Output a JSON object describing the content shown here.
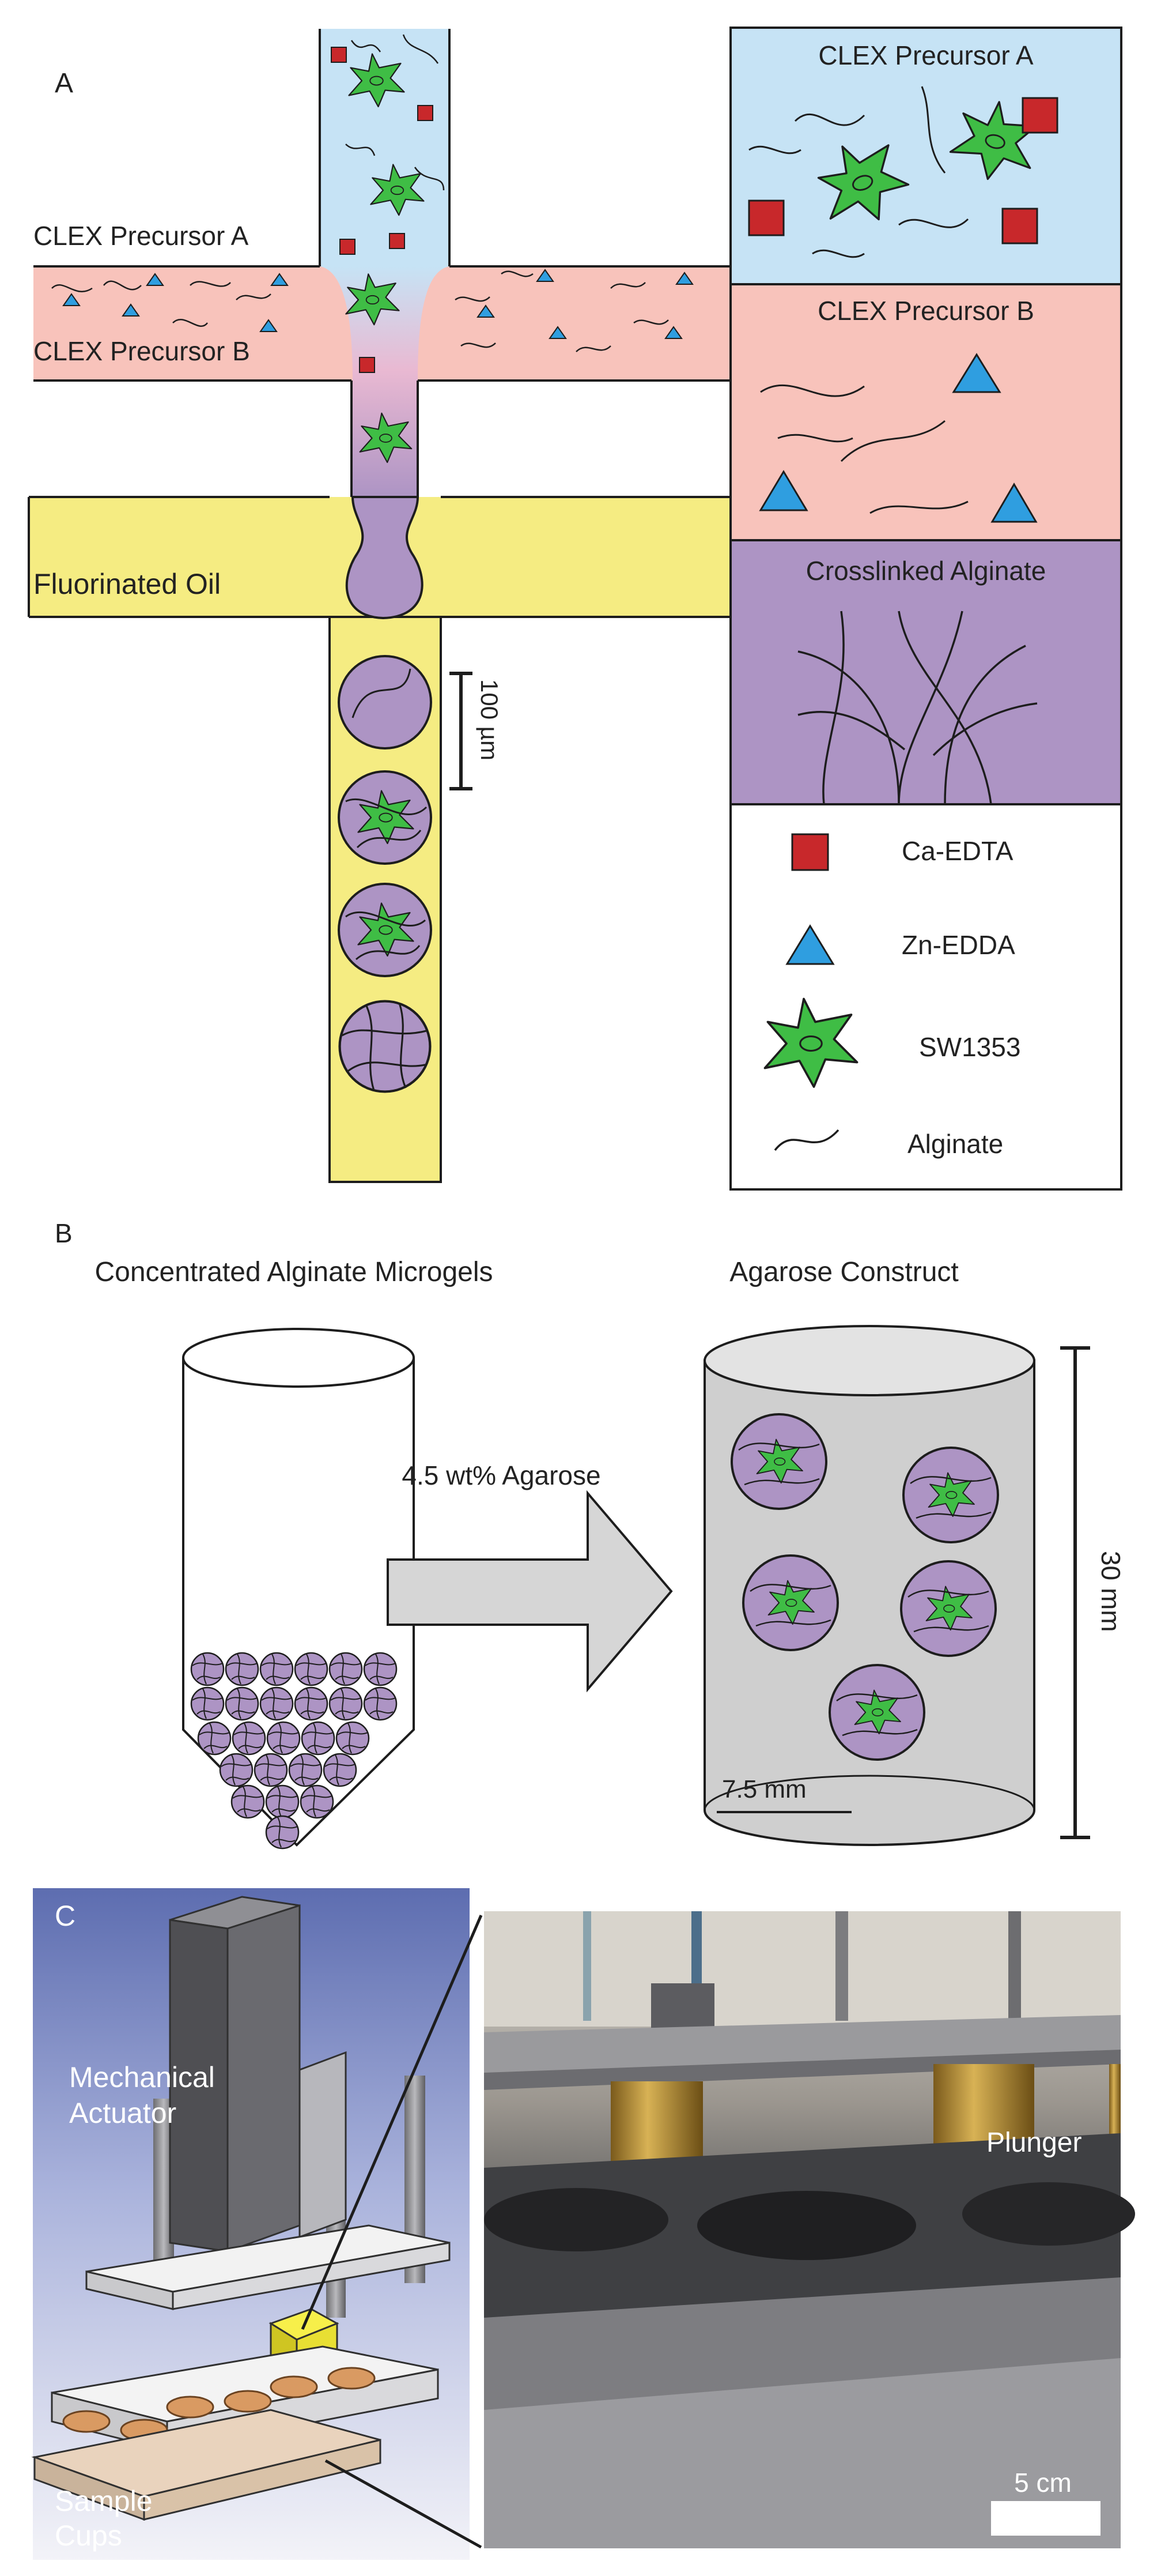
{
  "panel_a": {
    "panel_label": "A",
    "inlet_labels": {
      "precursor_a": "CLEX Precursor A",
      "precursor_b": "CLEX Precursor B",
      "oil": "Fluorinated Oil"
    },
    "scale_bar": "100 µm",
    "legend": {
      "precursor_a": "CLEX Precursor A",
      "precursor_b": "CLEX Precursor B",
      "crosslinked": "Crosslinked Alginate",
      "items": [
        {
          "icon": "red-square-icon",
          "label": "Ca-EDTA"
        },
        {
          "icon": "blue-triangle-icon",
          "label": "Zn-EDDA"
        },
        {
          "icon": "green-cell-icon",
          "label": "SW1353"
        },
        {
          "icon": "squiggle-icon",
          "label": "Alginate"
        }
      ]
    }
  },
  "panel_b": {
    "panel_label": "B",
    "tube_title": "Concentrated Alginate Microgels",
    "arrow_label": "4.5 wt% Agarose",
    "construct_title": "Agarose Construct",
    "height_label": "30 mm",
    "diameter_label": "7.5 mm"
  },
  "panel_c": {
    "panel_label": "C",
    "actuator_label": "Mechanical\nActuator",
    "cups_label": "Sample\nCups",
    "plunger_label": "Plunger",
    "scale_label": "5 cm"
  },
  "colors": {
    "blue_fluid": "#c6e3f5",
    "pink_fluid": "#f8c3bb",
    "purple_gel": "#ad94c4",
    "yellow_oil": "#f5ec82",
    "cell_green": "#3fbd45",
    "ca_edta_red": "#c8282b",
    "zn_edda_blue": "#2f9ee0",
    "agarose_grey": "#cfcfcf"
  }
}
